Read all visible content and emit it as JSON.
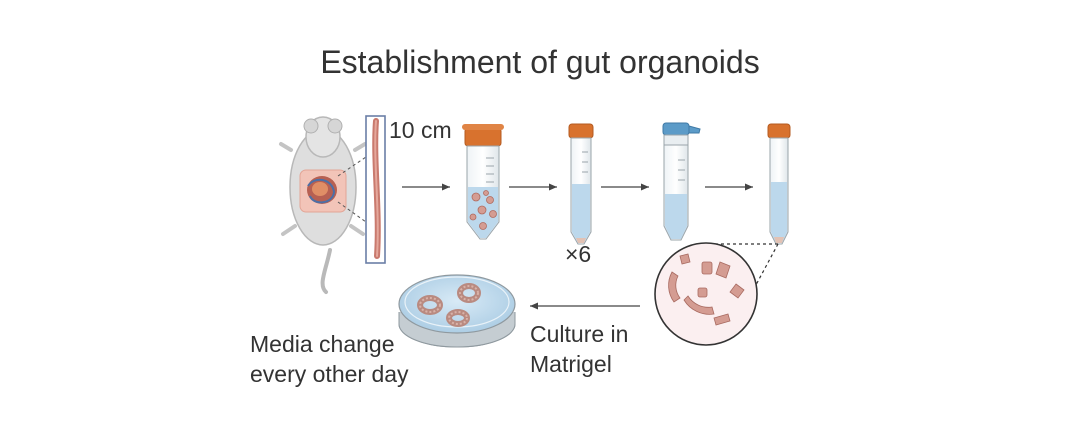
{
  "title": "Establishment of gut organoids",
  "labels": {
    "length": "10 cm",
    "repeat": "×6",
    "culture_line1": "Culture in",
    "culture_line2": "Matrigel",
    "media_line1": "Media change",
    "media_line2": "every other day"
  },
  "colors": {
    "cap_orange": "#d8722e",
    "cap_blue": "#5c9bc8",
    "liquid": "#bcd8ec",
    "intestine": "#c97a6e",
    "tissue": "#d49c92",
    "arrow": "#444444",
    "text": "#333333"
  }
}
